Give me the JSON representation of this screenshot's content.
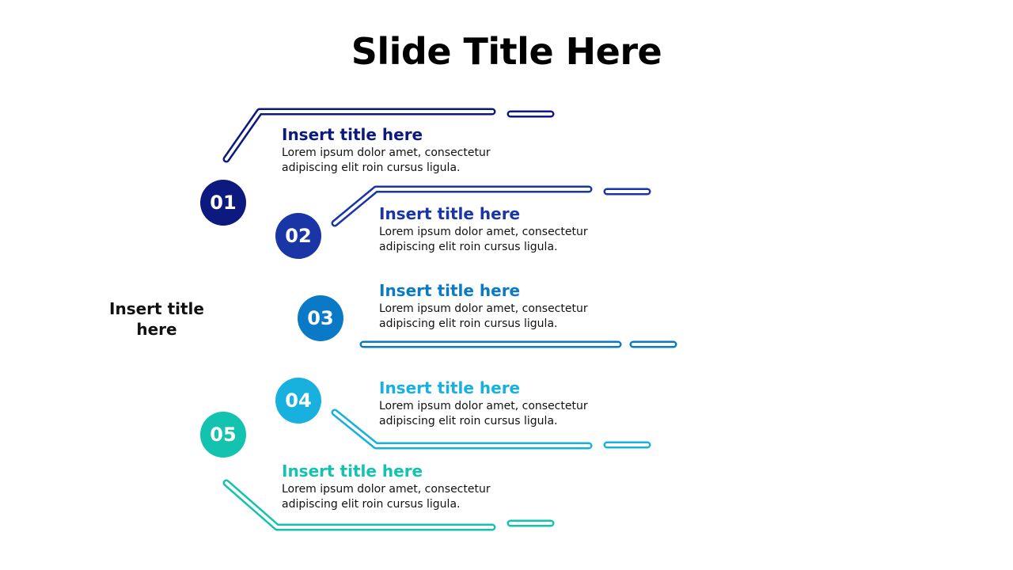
{
  "slide": {
    "title": "Slide Title Here",
    "center_label": "Insert title here"
  },
  "items": [
    {
      "number": "01",
      "title": "Insert title here",
      "body": "Lorem ipsum dolor amet, consectetur adipiscing elit roin cursus ligula.",
      "color": "#0c1a80"
    },
    {
      "number": "02",
      "title": "Insert title here",
      "body": "Lorem ipsum dolor amet, consectetur adipiscing elit roin cursus ligula.",
      "color": "#1a35a6"
    },
    {
      "number": "03",
      "title": "Insert title here",
      "body": "Lorem ipsum dolor amet, consectetur adipiscing elit roin cursus ligula.",
      "color": "#0a7ac7"
    },
    {
      "number": "04",
      "title": "Insert title here",
      "body": "Lorem ipsum dolor amet, consectetur adipiscing elit roin cursus ligula.",
      "color": "#17b0df"
    },
    {
      "number": "05",
      "title": "Insert title here",
      "body": "Lorem ipsum dolor amet, consectetur adipiscing elit roin cursus ligula.",
      "color": "#14c2b0"
    }
  ]
}
